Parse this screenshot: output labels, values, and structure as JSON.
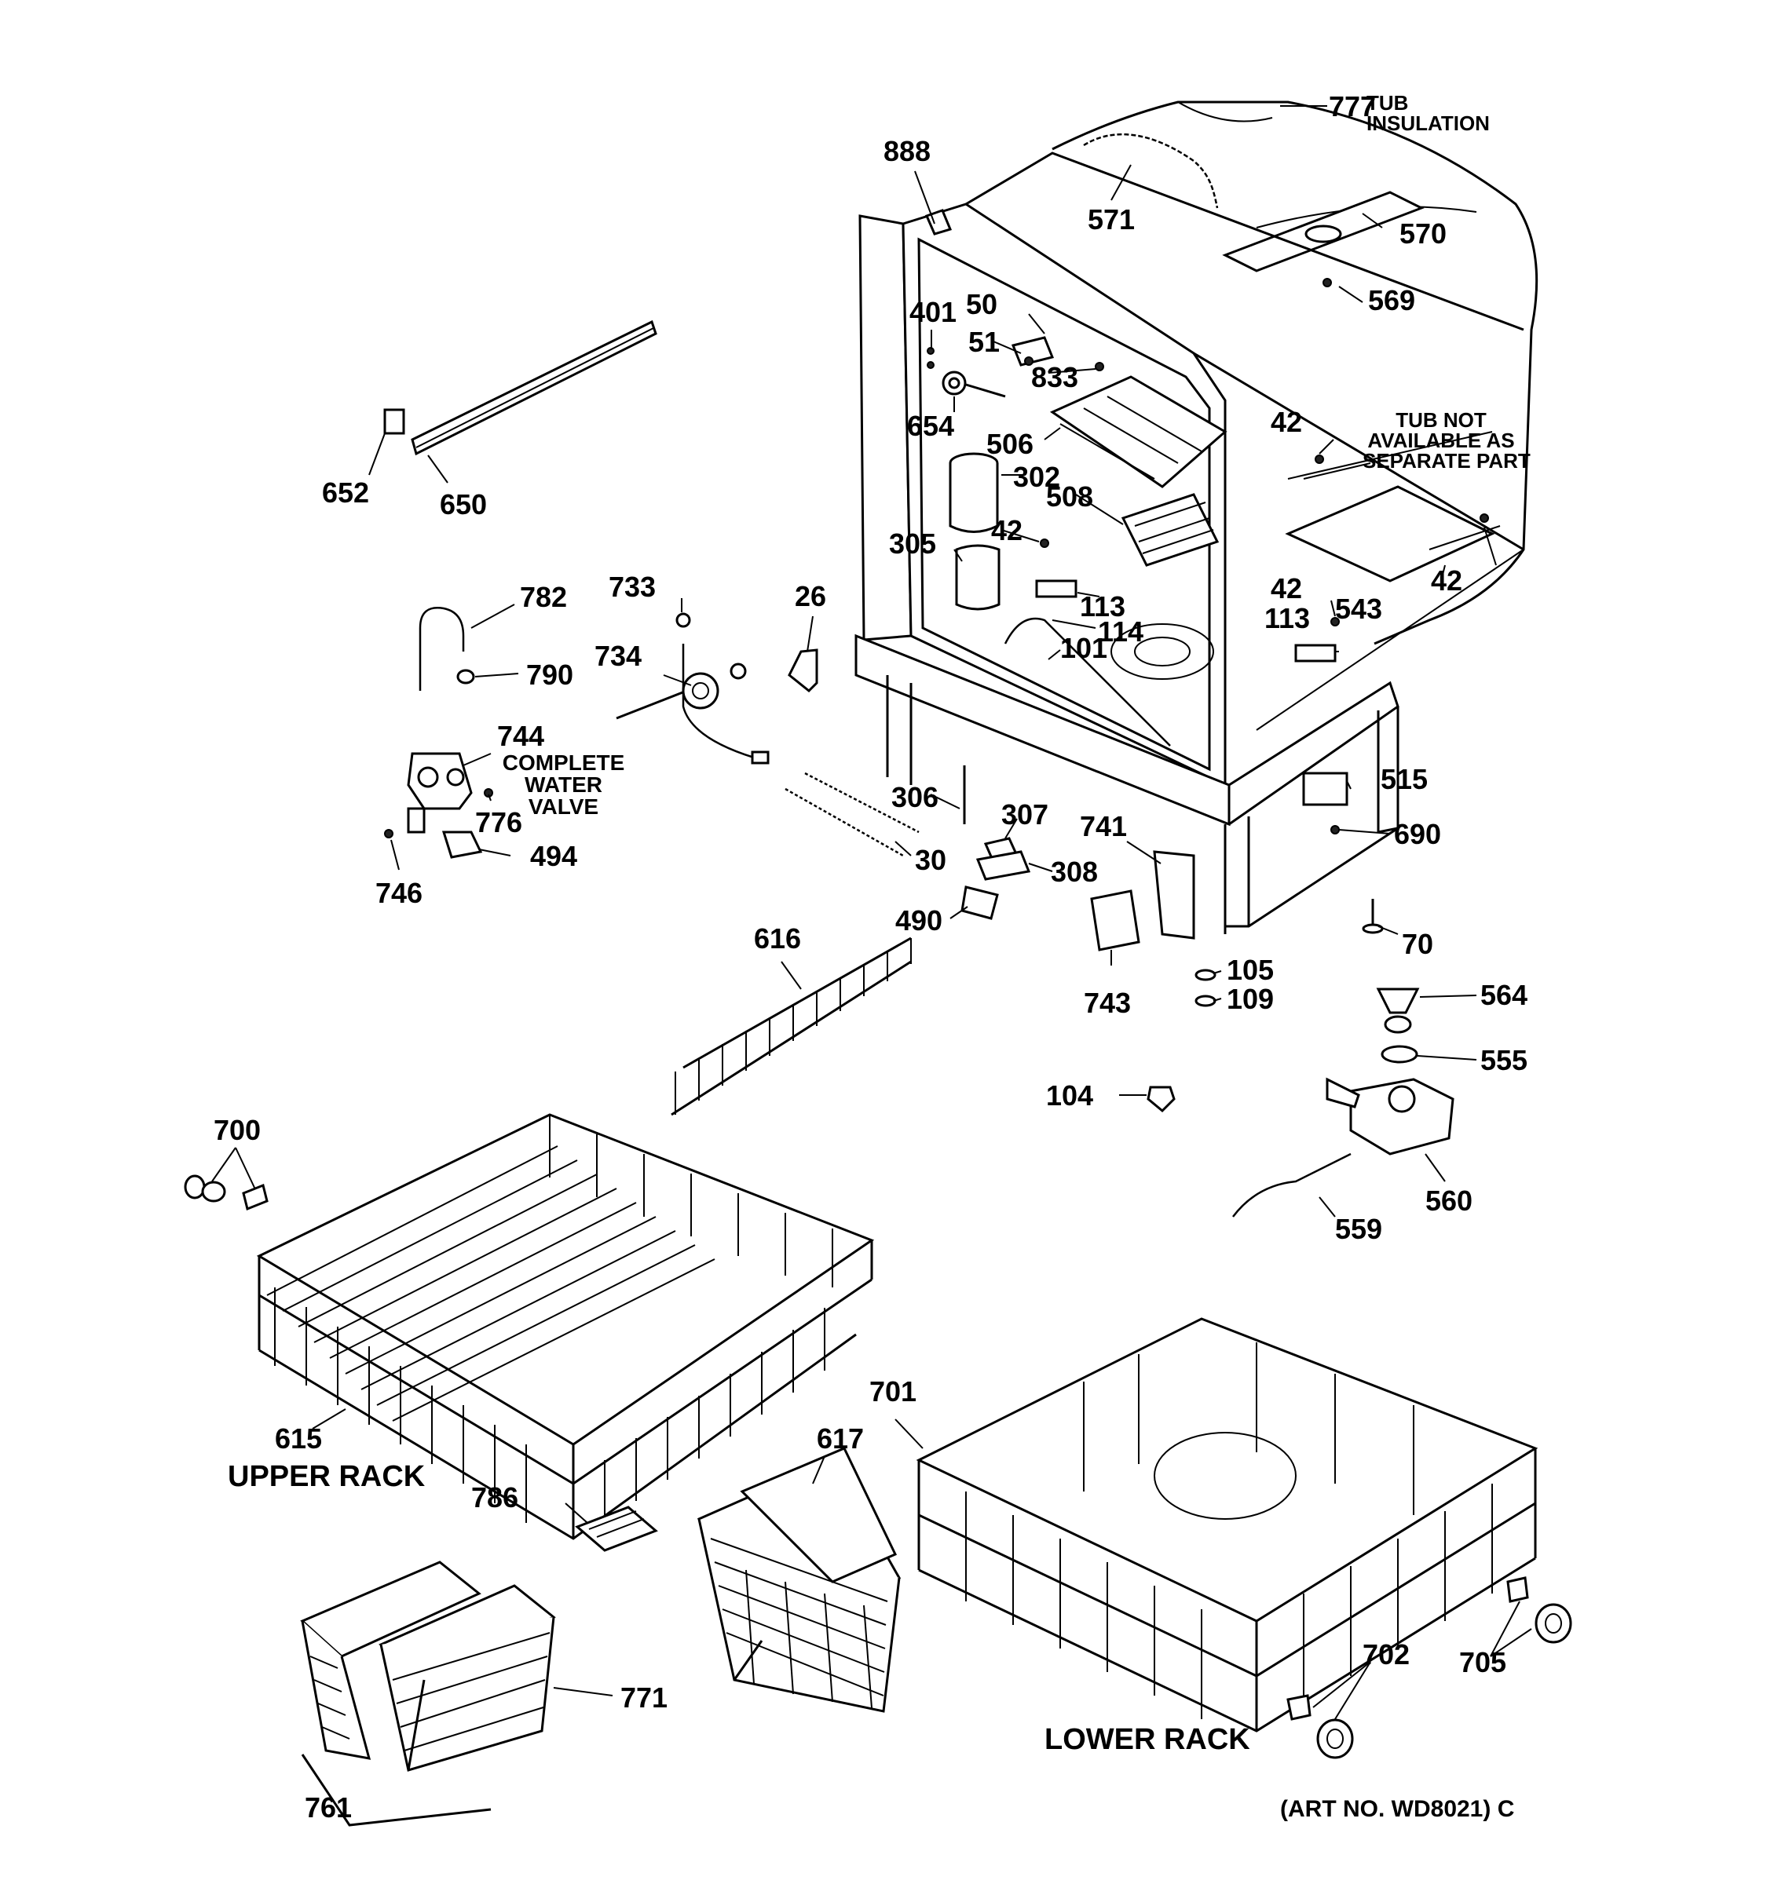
{
  "callouts": {
    "c777": "777",
    "c888": "888",
    "c571": "571",
    "c570": "570",
    "c569": "569",
    "c50": "50",
    "c401": "401",
    "c51": "51",
    "c833": "833",
    "c654": "654",
    "c506": "506",
    "c302": "302",
    "c508": "508",
    "c42a": "42",
    "c42b": "42",
    "c42c": "42",
    "c42d": "42",
    "c305": "305",
    "c113a": "113",
    "c113b": "113",
    "c114": "114",
    "c101": "101",
    "c543": "543",
    "c652": "652",
    "c650": "650",
    "c782": "782",
    "c790": "790",
    "c733": "733",
    "c734": "734",
    "c26": "26",
    "c744": "744",
    "c776": "776",
    "c746": "746",
    "c494": "494",
    "c306": "306",
    "c307": "307",
    "c30": "30",
    "c308": "308",
    "c490": "490",
    "c741": "741",
    "c743": "743",
    "c515": "515",
    "c690": "690",
    "c70": "70",
    "c105": "105",
    "c109": "109",
    "c564": "564",
    "c555": "555",
    "c104": "104",
    "c560": "560",
    "c559": "559",
    "c616": "616",
    "c700": "700",
    "c615": "615",
    "c701": "701",
    "c617": "617",
    "c786": "786",
    "c771": "771",
    "c761": "761",
    "c702": "702",
    "c705": "705"
  },
  "notes": {
    "tub_insulation_1": "TUB",
    "tub_insulation_2": "INSULATION",
    "tub_not_available_1": "TUB NOT",
    "tub_not_available_2": "AVAILABLE AS",
    "tub_not_available_3": "SEPARATE PART",
    "water_valve_1": "COMPLETE",
    "water_valve_2": "WATER",
    "water_valve_3": "VALVE",
    "upper_rack": "UPPER RACK",
    "lower_rack": "LOWER RACK",
    "art_no": "(ART NO. WD8021) C"
  }
}
